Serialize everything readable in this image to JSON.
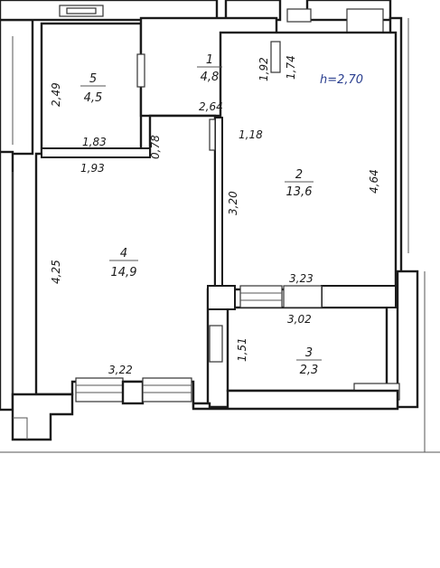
{
  "ceiling_height_label": "h=2,70",
  "rooms": [
    {
      "id": "1",
      "number": "1",
      "area": "4,8"
    },
    {
      "id": "2",
      "number": "2",
      "area": "13,6"
    },
    {
      "id": "3",
      "number": "3",
      "area": "2,3"
    },
    {
      "id": "4",
      "number": "4",
      "area": "14,9"
    },
    {
      "id": "5",
      "number": "5",
      "area": "4,5"
    }
  ],
  "dimensions": {
    "r5_height": "2,49",
    "r5_width": "1,83",
    "r1_width": "2,64",
    "r1_height_left": "1,92",
    "r1_height_right": "1,74",
    "corridor_078": "0,78",
    "r4_top": "1,93",
    "r4_height": "4,25",
    "r4_bottom": "3,22",
    "r2_top": "1,18",
    "r2_left": "3,20",
    "r2_right": "4,64",
    "r2_bottom": "3,23",
    "r3_top": "3,02",
    "r3_height": "1,51"
  }
}
